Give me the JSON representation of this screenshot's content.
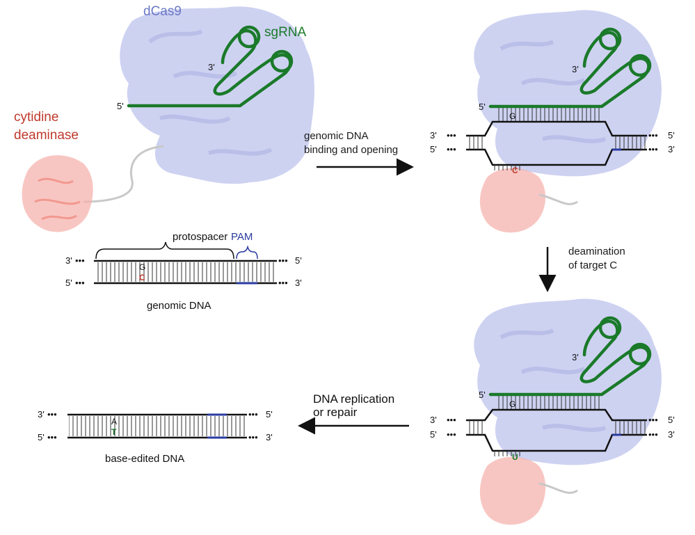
{
  "labels": {
    "dcas9": "dCas9",
    "sgrna": "sgRNA",
    "cytidine_line1": "cytidine",
    "cytidine_line2": "deaminase",
    "three_prime": "3'",
    "five_prime": "5'",
    "protospacer": "protospacer",
    "pam": "PAM",
    "genomic_dna": "genomic DNA",
    "base_edited_dna": "base-edited DNA"
  },
  "steps": {
    "binding_line1": "genomic DNA",
    "binding_line2": "binding and opening",
    "deamination_line1": "deamination",
    "deamination_line2": "of target C",
    "replication_line1": "DNA replication",
    "replication_line2": "or repair"
  },
  "bases": {
    "g": "G",
    "c": "C",
    "u": "U",
    "a": "A",
    "t": "T"
  },
  "colors": {
    "protein": "#c9cdf0",
    "sgrna": "#1a7a2a",
    "deaminase": "#f6b3ad",
    "deaminase_label": "#c0392b",
    "dcas9_label": "#6a78c8",
    "pam": "#2a3aa0",
    "strand": "#111111",
    "arrow": "#111111"
  }
}
